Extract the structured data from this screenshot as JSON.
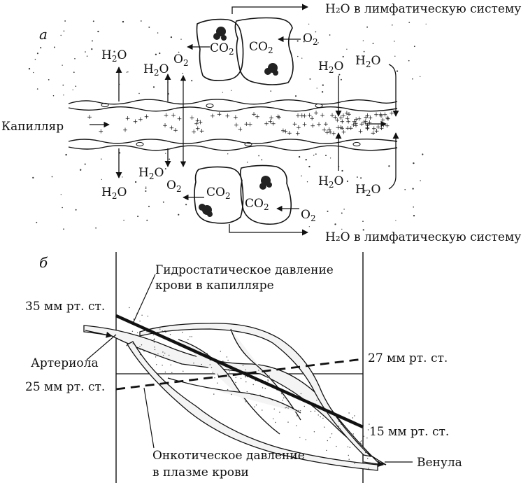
{
  "panel_a": {
    "letter": "а",
    "lymph_top": "H₂O в лимфатическую систему",
    "lymph_bottom": "H₂O в лимфатическую систему",
    "capillary": "Капилляр",
    "h2o": "H",
    "h2o_tail": "O",
    "two": "2",
    "o": "O",
    "co": "CO"
  },
  "panel_b": {
    "letter": "б",
    "hydro_line1": "Гидростатическое давление",
    "hydro_line2": "крови в капилляре",
    "p35": "35 мм рт. ст.",
    "arteriola": "Артериола",
    "p25": "25 мм рт. ст.",
    "p27": "27 мм рт. ст.",
    "p15": "15 мм рт. ст.",
    "onco_line1": "Онкотическое давление",
    "onco_line2": "в плазме крови",
    "venula": "Венула"
  },
  "colors": {
    "ink": "#111111",
    "background": "#ffffff"
  }
}
